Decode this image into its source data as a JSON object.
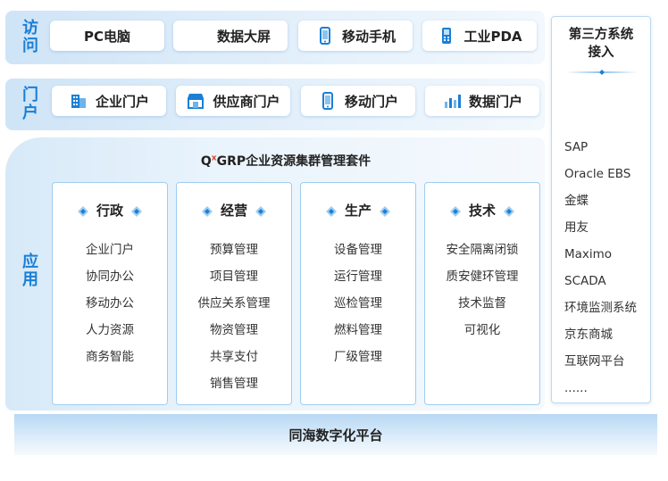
{
  "layers": {
    "access_label": "访\n问",
    "portal_label": "门\n户",
    "app_label": "应\n用"
  },
  "access": [
    {
      "label": "PC电脑",
      "icon": "none"
    },
    {
      "label": "数据大屏",
      "icon": "none"
    },
    {
      "label": "移动手机",
      "icon": "mobile-phone-icon"
    },
    {
      "label": "工业PDA",
      "icon": "pda-device-icon"
    }
  ],
  "portals": [
    {
      "label": "企业门户",
      "icon": "building-icon"
    },
    {
      "label": "供应商门户",
      "icon": "storefront-icon"
    },
    {
      "label": "移动门户",
      "icon": "mobile-phone-icon"
    },
    {
      "label": "数据门户",
      "icon": "bar-chart-icon"
    }
  ],
  "suite": {
    "title_prefix": "Q",
    "title_sup": "x",
    "title_rest": "GRP企业资源集群管理套件"
  },
  "modules": [
    {
      "title": "行政",
      "items": [
        "企业门户",
        "协同办公",
        "移动办公",
        "人力资源",
        "商务智能"
      ]
    },
    {
      "title": "经营",
      "items": [
        "预算管理",
        "项目管理",
        "供应关系管理",
        "物资管理",
        "共享支付",
        "销售管理"
      ]
    },
    {
      "title": "生产",
      "items": [
        "设备管理",
        "运行管理",
        "巡检管理",
        "燃料管理",
        "厂级管理"
      ]
    },
    {
      "title": "技术",
      "items": [
        "安全隔离闭锁",
        "质安健环管理",
        "技术监督",
        "可视化"
      ]
    }
  ],
  "third_party": {
    "title": "第三方系统\n接入",
    "items": [
      "SAP",
      "Oracle EBS",
      "金蝶",
      "用友",
      "Maximo",
      "SCADA",
      "环境监测系统",
      "京东商城",
      "互联网平台",
      "......"
    ]
  },
  "platform": {
    "label": "同海数字化平台"
  },
  "colors": {
    "accent": "#1a7fd6",
    "border": "#9fcdf0",
    "highlight": "#e23b2e"
  }
}
